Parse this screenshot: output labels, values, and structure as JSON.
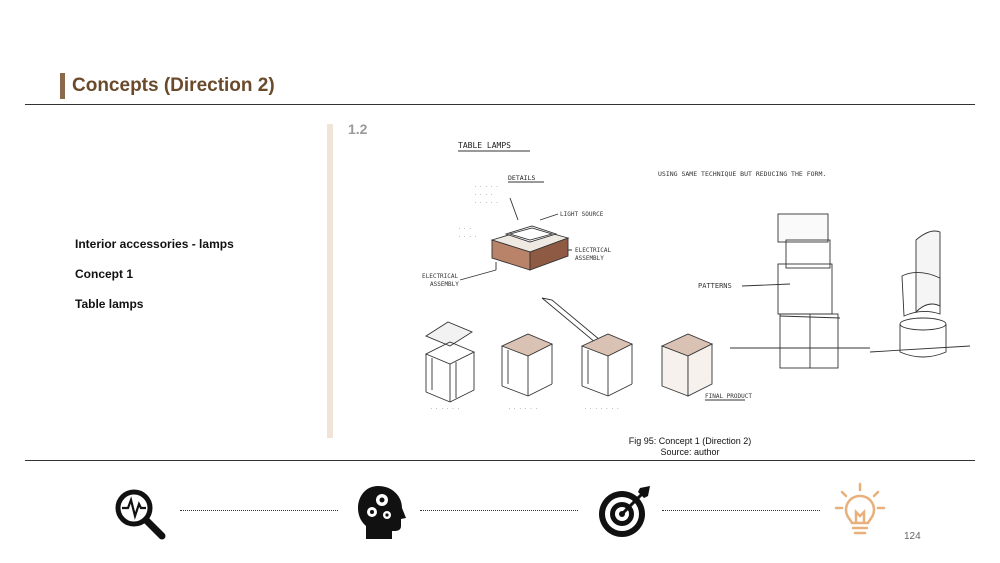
{
  "header": {
    "title": "Concepts (Direction 2)"
  },
  "left_items": [
    "Interior accessories - lamps",
    "Concept 1",
    "Table lamps"
  ],
  "section": {
    "number": "1.2"
  },
  "figure": {
    "caption_line1": "Fig 95: Concept 1 (Direction 2)",
    "caption_line2": "Source: author",
    "annotations": {
      "heading": "TABLE LAMPS",
      "details": "DETAILS",
      "note": "USING SAME TECHNIQUE BUT REDUCING THE FORM.",
      "light_source": "LIGHT SOURCE",
      "electrical1": "ELECTRICAL",
      "electrical2": "ASSEMBLY",
      "patterns": "PATTERNS",
      "final": "FINAL PRODUCT"
    }
  },
  "footer": {
    "icons": [
      "magnifier-pulse-icon",
      "head-gears-icon",
      "target-arrow-icon",
      "lightbulb-icon"
    ],
    "page_number": "124"
  },
  "colors": {
    "title": "#6b4a2b",
    "accent_bar": "#f0e4d8",
    "bulb": "#e8b07a"
  }
}
